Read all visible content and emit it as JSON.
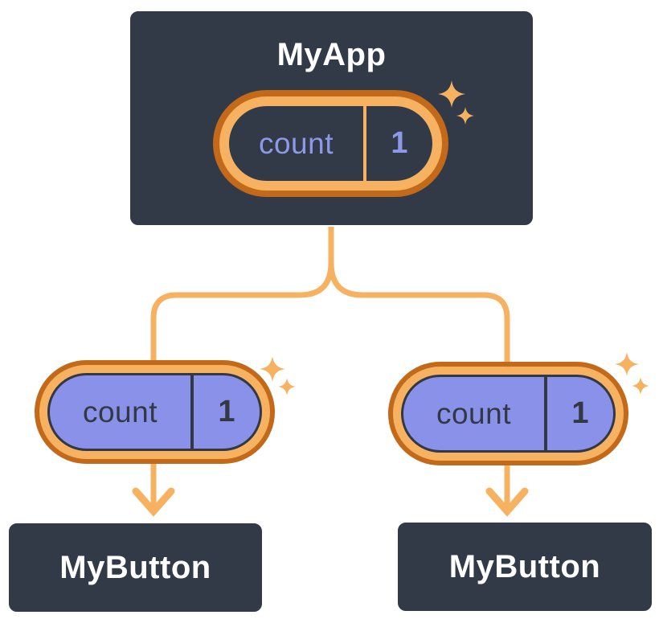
{
  "diagram": {
    "root": {
      "title": "MyApp",
      "state": {
        "name": "count",
        "value": "1"
      }
    },
    "children": [
      {
        "title": "MyButton",
        "state": {
          "name": "count",
          "value": "1"
        }
      },
      {
        "title": "MyButton",
        "state": {
          "name": "count",
          "value": "1"
        }
      }
    ]
  },
  "colors": {
    "background": "#ffffff",
    "box-fill": "#333a47",
    "box-border": "#ffffff",
    "title-text": "#ffffff",
    "pill-purple": "#8a91e8",
    "purple-text": "#8c99e8",
    "dark-text": "#333845",
    "orange-light": "#f6b161",
    "orange-dark": "#c2691a"
  }
}
